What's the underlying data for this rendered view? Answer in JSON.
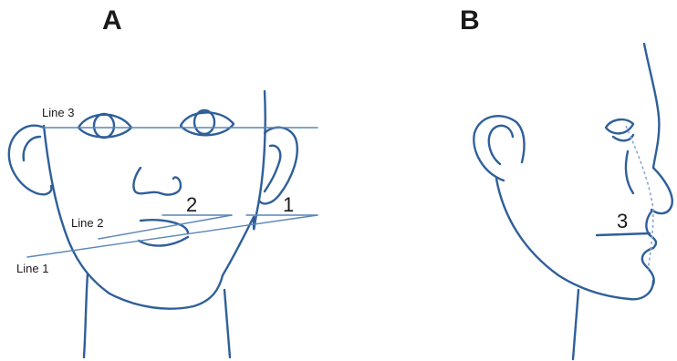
{
  "panels": {
    "a": {
      "label": "A"
    },
    "b": {
      "label": "B"
    }
  },
  "annotations": {
    "line1": "Line 1",
    "line2": "Line 2",
    "line3": "Line 3",
    "num1": "1",
    "num2": "2",
    "num3": "3"
  },
  "colors": {
    "stroke": "#2f5f9a",
    "text": "#1a1a1a"
  }
}
